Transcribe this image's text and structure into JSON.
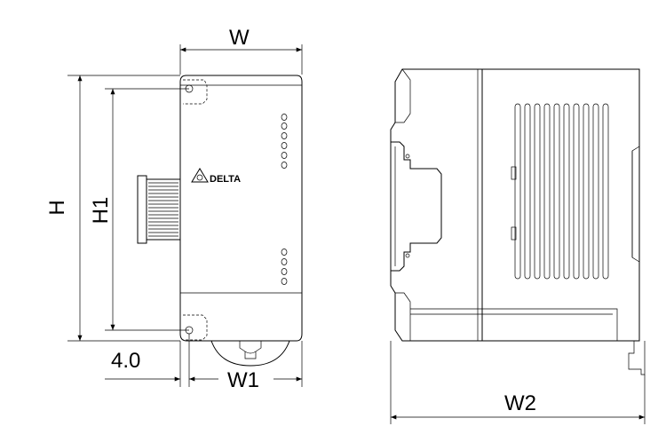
{
  "front_view": {
    "brand_logo": "DELTA",
    "dims": {
      "w": "W",
      "h": "H",
      "h1": "H1",
      "w1": "W1",
      "offset": "4.0"
    }
  },
  "side_view": {
    "dims": {
      "w2": "W2"
    }
  }
}
